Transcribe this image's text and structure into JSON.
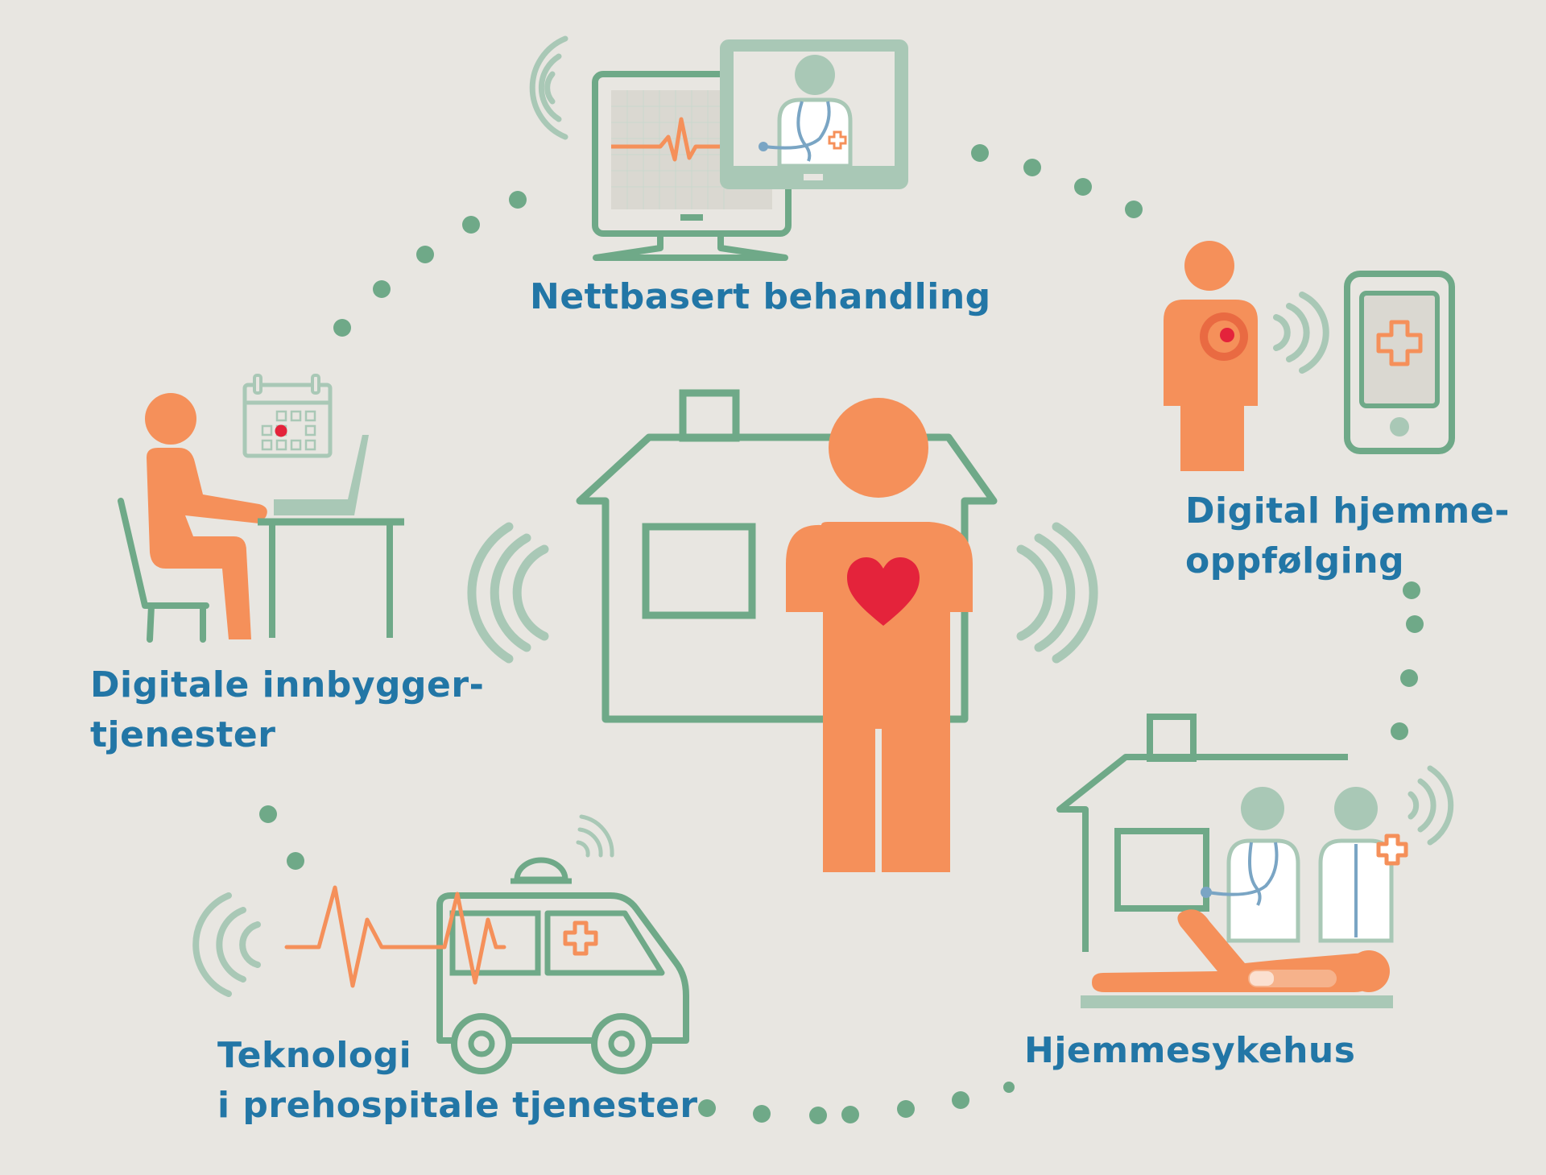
{
  "colors": {
    "background": "#e8e6e1",
    "green": "#6fa988",
    "green_light": "#a9c8b6",
    "orange": "#f5905a",
    "red": "#e4233b",
    "blue": "#2276a6",
    "screen_fill": "#dad8d1"
  },
  "labels": {
    "nettbasert": [
      "Nettbasert behandling"
    ],
    "digital_hjemme": [
      "Digital hjemme-",
      "oppfølging"
    ],
    "digitale_innbygger": [
      "Digitale innbygger-",
      "tjenester"
    ],
    "teknologi": [
      "Teknologi",
      "i prehospitale tjenester"
    ],
    "hjemmesykehus": [
      "Hjemmesykehus"
    ]
  },
  "icons": {
    "center": "person-with-heart-at-home-icon",
    "nettbasert": "monitor-video-doctor-icon",
    "digital_hjemme": "person-sensor-phone-icon",
    "digitale_innbygger": "person-laptop-calendar-icon",
    "teknologi": "ambulance-heartbeat-icon",
    "hjemmesykehus": "home-hospital-icon"
  }
}
